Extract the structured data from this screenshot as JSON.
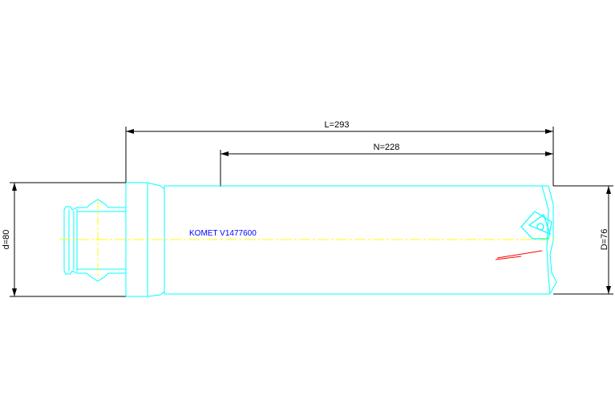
{
  "drawing": {
    "dimensions": {
      "overall_length": "L=293",
      "body_length": "N=228",
      "shank_diameter": "d=80",
      "cutting_diameter": "D=76"
    },
    "part_label": "KOMET V1477600",
    "colors": {
      "outline": "#00ffff",
      "centerline": "#ffff00",
      "label": "#0000ff",
      "dimension": "#000000",
      "insert": "#00ffff",
      "cutting_edge_mark": "#ff0000"
    },
    "icons": {
      "insert": "triangular-insert-icon"
    }
  }
}
